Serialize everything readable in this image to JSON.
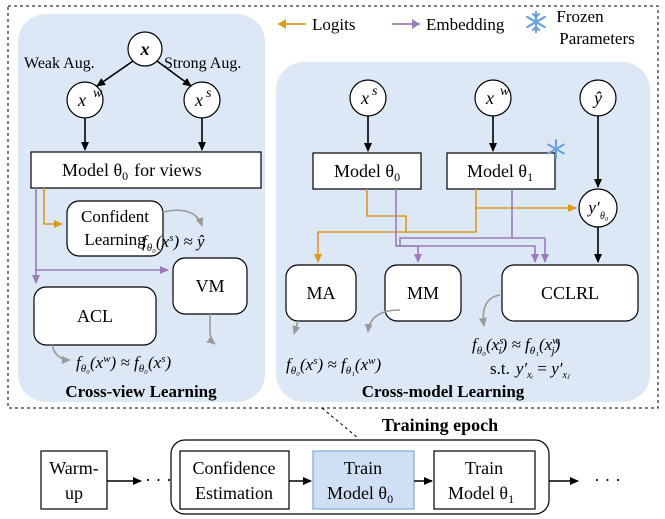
{
  "legend": {
    "logits": "Logits",
    "embedding": "Embedding",
    "frozen_line1": "Frozen",
    "frozen_line2": "Parameters"
  },
  "left": {
    "weak": "Weak Aug.",
    "strong": "Strong Aug.",
    "x": "x",
    "xw": "x",
    "xs": "x",
    "model_views": "Model θ",
    "model_views_suffix": "for views",
    "confident_1": "Confident",
    "confident_2": "Learning",
    "vm": "VM",
    "acl": "ACL",
    "title": "Cross-view Learning"
  },
  "right": {
    "xs": "x",
    "xw": "x",
    "yhat": "ŷ",
    "model0": "Model θ",
    "model1": "Model θ",
    "y_theta": "y′",
    "ma": "MA",
    "mm": "MM",
    "cclrl": "CCLRL",
    "st": "s.t.",
    "title": "Cross-model Learning"
  },
  "bottom": {
    "training_epoch": "Training epoch",
    "warmup_1": "Warm-",
    "warmup_2": "up",
    "dots1": "· · ·",
    "confidence_1": "Confidence",
    "confidence_2": "Estimation",
    "train0_1": "Train",
    "train0_2": "Model θ",
    "train1_1": "Train",
    "train1_2": "Model θ",
    "dots2": "· · ·"
  },
  "colors": {
    "logits": "#d99a1f",
    "embedding": "#9b7bb8",
    "panel": "#dde8f6",
    "highlight_box": "#cfe0f5",
    "snowflake": "#6aa0d8"
  }
}
